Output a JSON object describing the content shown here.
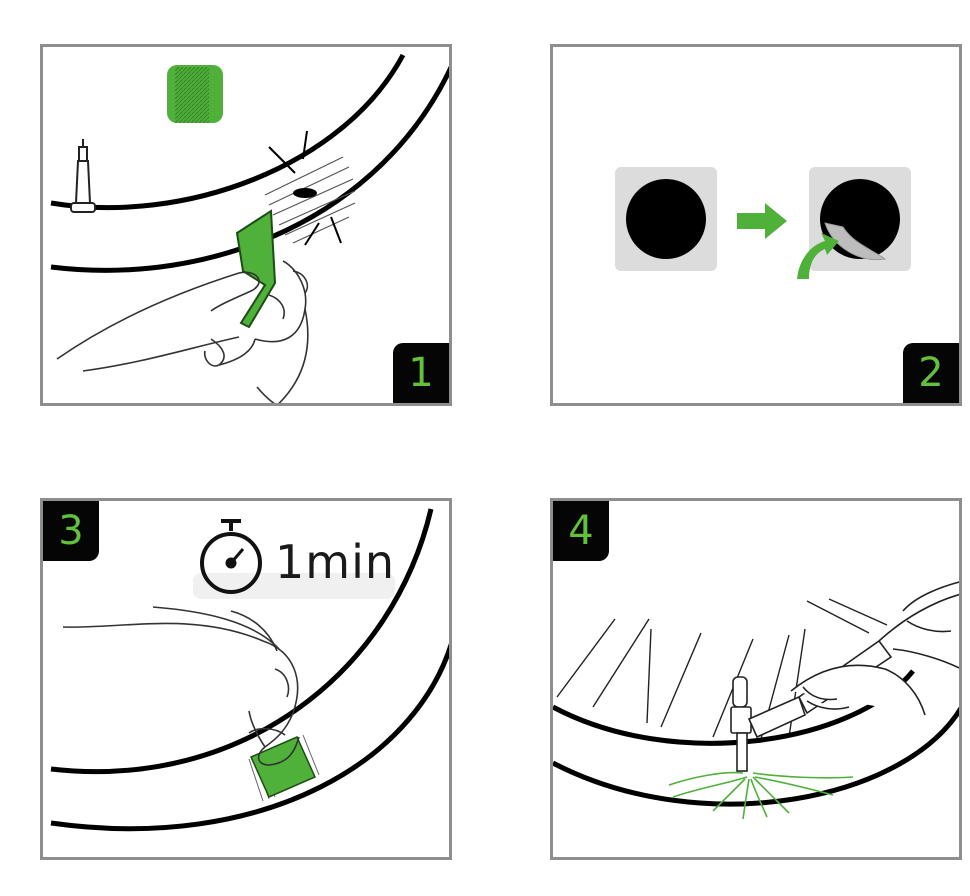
{
  "steps": [
    {
      "number": "1",
      "icon": "sand-with-scraper-icon"
    },
    {
      "number": "2",
      "icon": "peel-patch-backing-icon"
    },
    {
      "number": "3",
      "icon": "press-patch-icon",
      "timer_label": "1min"
    },
    {
      "number": "4",
      "icon": "inflate-tube-icon"
    }
  ],
  "colors": {
    "accent_green": "#4fb03a",
    "badge_bg": "#050505",
    "badge_text": "#63c03a",
    "frame": "#8e8e8e"
  }
}
